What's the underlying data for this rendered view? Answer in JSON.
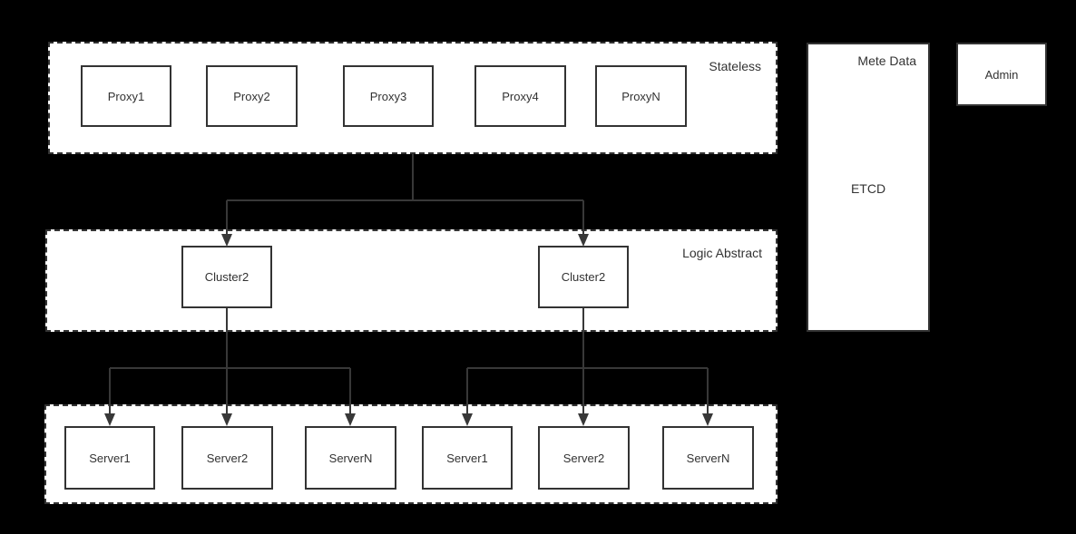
{
  "diagram": {
    "stateless": {
      "label": "Stateless",
      "nodes": [
        "Proxy1",
        "Proxy2",
        "Proxy3",
        "Proxy4",
        "ProxyN"
      ]
    },
    "logic": {
      "label": "Logic Abstract",
      "nodes": [
        "Cluster2",
        "Cluster2"
      ]
    },
    "servers": {
      "nodes": [
        "Server1",
        "Server2",
        "ServerN",
        "Server1",
        "Server2",
        "ServerN"
      ]
    },
    "meta": {
      "label": "Mete Data",
      "node": "ETCD"
    },
    "admin": {
      "label": "Admin"
    },
    "colors": {
      "background": "#000000",
      "container_fill": "#ffffff",
      "border": "#333333",
      "line": "#383838",
      "text": "#333333"
    }
  }
}
